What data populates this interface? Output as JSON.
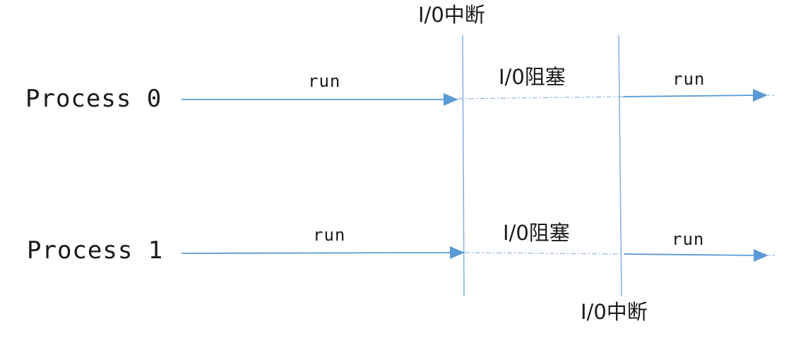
{
  "processes": [
    {
      "label": "Process 0",
      "segments": {
        "first": "run",
        "blocked": "I/0阻塞",
        "last": "run"
      }
    },
    {
      "label": "Process 1",
      "segments": {
        "first": "run",
        "blocked": "I/0阻塞",
        "last": "run"
      }
    }
  ],
  "interrupts": {
    "top": "I/0中断",
    "bottom": "I/0中断"
  },
  "colors": {
    "arrow": "#5b9bd5",
    "text": "#1a1a1a",
    "background": "#ffffff"
  }
}
